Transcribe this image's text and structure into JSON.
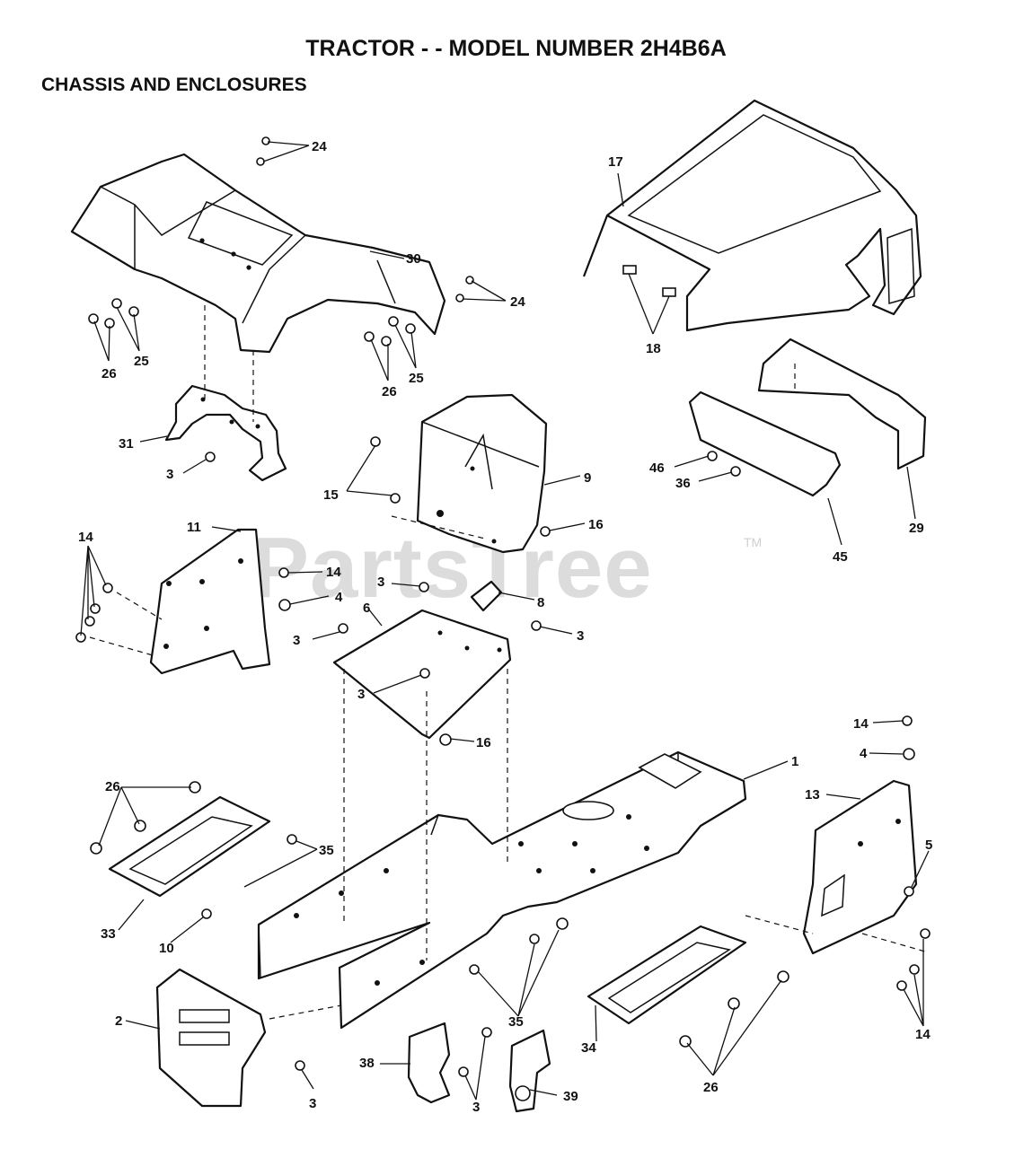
{
  "header": {
    "title": "TRACTOR - - MODEL NUMBER 2H4B6A",
    "subtitle": "CHASSIS AND ENCLOSURES"
  },
  "watermark": {
    "text": "PartsTree",
    "mark": "TM"
  },
  "callouts": {
    "c24a": "24",
    "c24b": "24",
    "c30": "30",
    "c25a": "25",
    "c26a": "26",
    "c26b": "26",
    "c25b": "25",
    "c17": "17",
    "c18": "18",
    "c31": "31",
    "c3a": "3",
    "c15": "15",
    "c9": "9",
    "c16a": "16",
    "c46": "46",
    "c36": "36",
    "c45": "45",
    "c29": "29",
    "c11": "11",
    "c14a": "14",
    "c14b": "14",
    "c4a": "4",
    "c3b": "3",
    "c8": "8",
    "c6": "6",
    "c3c": "3",
    "c3d": "3",
    "c3e": "3",
    "c16b": "16",
    "c14c": "14",
    "c4b": "4",
    "c1": "1",
    "c13": "13",
    "c5": "5",
    "c26c": "26",
    "c35a": "35",
    "c33": "33",
    "c10": "10",
    "c2": "2",
    "c35b": "35",
    "c34": "34",
    "c14d": "14",
    "c38": "38",
    "c3f": "3",
    "c39": "39",
    "c3g": "3",
    "c26d": "26"
  }
}
